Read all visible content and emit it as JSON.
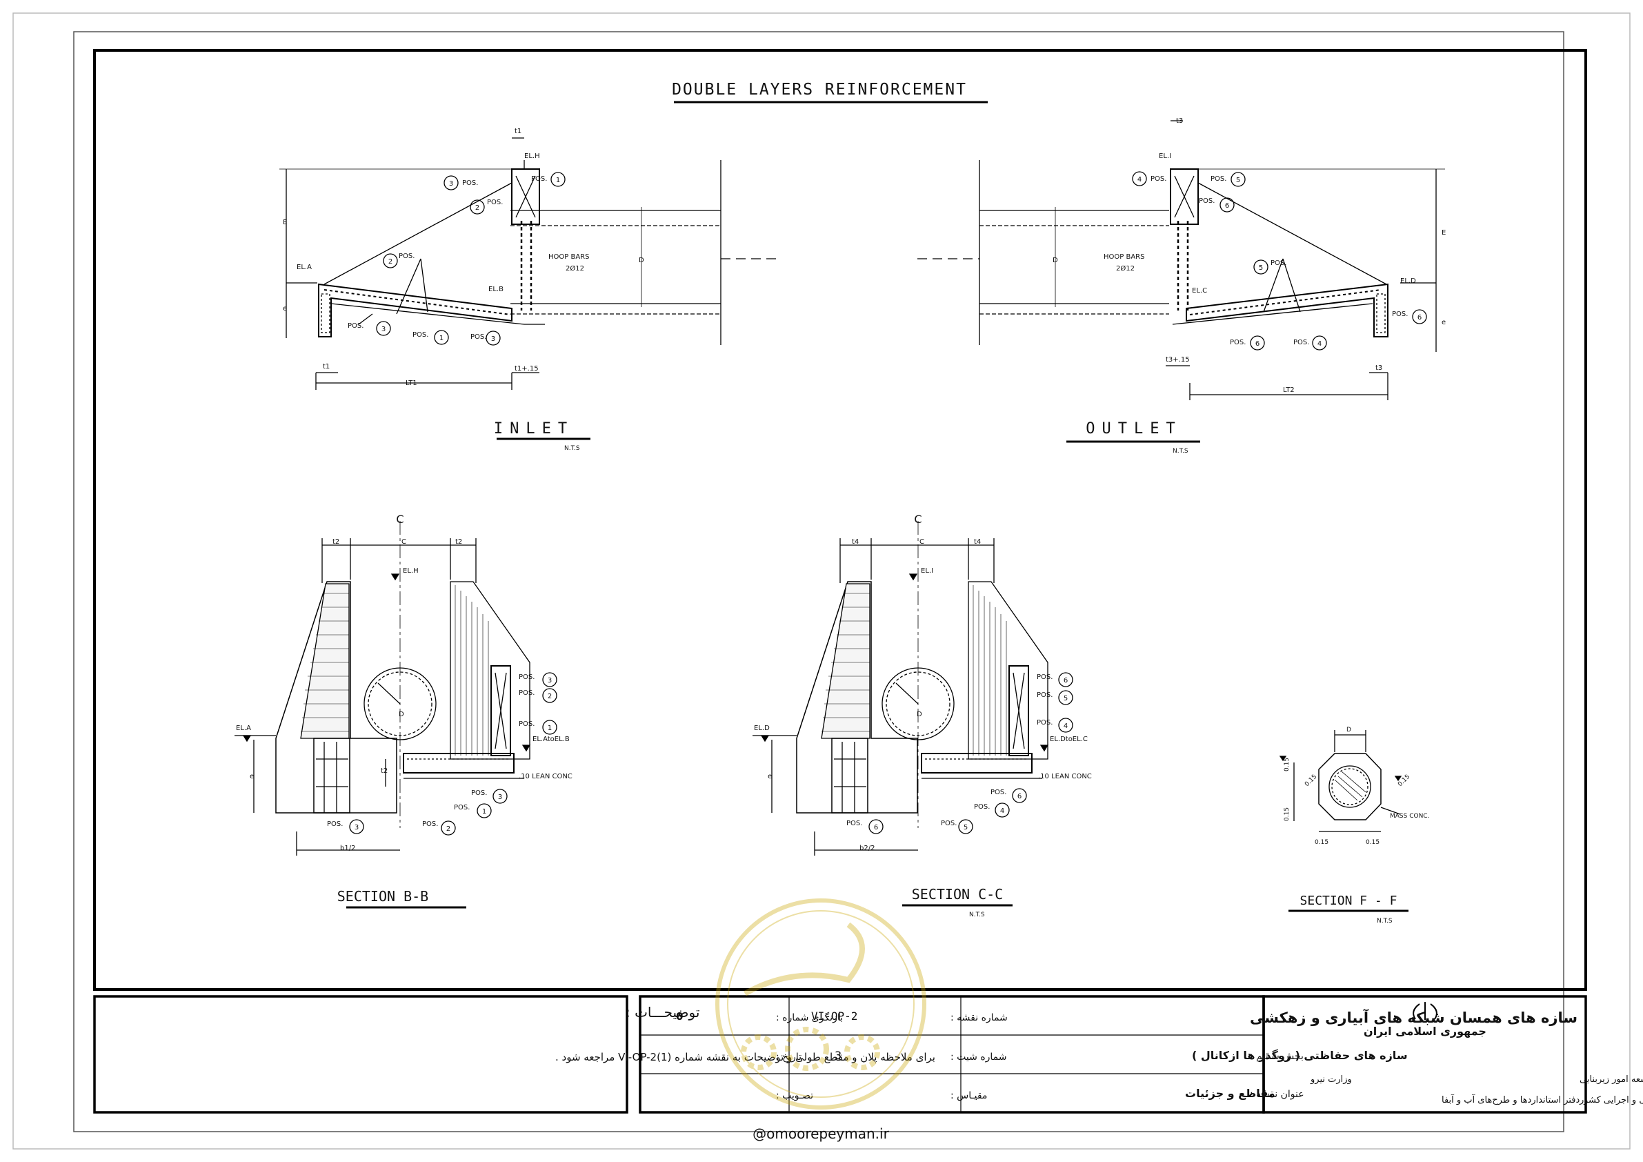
{
  "drawing": {
    "main_title": "DOUBLE LAYERS REINFORCEMENT",
    "nts": "N.T.S",
    "views": {
      "inlet": "INLET",
      "outlet": "OUTLET",
      "section_bb": "SECTION B-B",
      "section_cc": "SECTION C-C",
      "section_ff": "SECTION F - F"
    },
    "labels": {
      "pos": "POS.",
      "hoop_bars": "HOOP BARS",
      "hoop_bars_size": "2Ø12",
      "el_h": "EL.H",
      "el_i": "EL.I",
      "el_a": "EL.A",
      "el_b": "EL.B",
      "el_c": "EL.C",
      "el_d": "EL.D",
      "el_atoelb": "EL.AtoEL.B",
      "el_dtoelc": "EL.DtoEL.C",
      "lean_conc": ".10 LEAN CONC",
      "mass_conc": "MASS CONC.",
      "t1": "t1",
      "t2": "t2",
      "t3": "t3",
      "t4": "t4",
      "t1_15": "t1+.15",
      "t3_15": "t3+.15",
      "lt1": "LT1",
      "lt2": "LT2",
      "b1_2": "b1/2",
      "b2_2": "b2/2",
      "c": "C",
      "d": "D",
      "e": "e",
      "E": "E",
      "dim_015": "0.15"
    },
    "pos_numbers": [
      "1",
      "2",
      "3",
      "4",
      "5",
      "6"
    ]
  },
  "title_block": {
    "notes_title": "توضیحـــات :",
    "notes_text": "برای ملاحظه پلان و مقطع طولی و توضیحات به نقشه شماره  VI-OP-2(1)  مراجعه شود .",
    "revision_label": "بازنگری شماره :",
    "revision_value": "0",
    "drawing_no_label": "شماره نقشه :",
    "drawing_no_value": "VI-OP-2",
    "date_label": "تاریخ :",
    "sheet_no_label": "شماره شیت :",
    "sheet_no_value": "3",
    "approval_label": "تصـویب :",
    "scale_label": "مقیـاس :",
    "project_title": "سازه های همسان شبکه های آبیاری و زهکشی",
    "section_label": "بخش ششم :",
    "section_value": "سازه های حفاظتی ( روگذر ها ازکانال )",
    "drawing_title_label": "عنوان نقشه :",
    "drawing_title_value": "مقاطع و جزئیات",
    "country": "جمهوری اسلامی ایران",
    "ministry": "وزارت نیرو",
    "deputy": "معاونت فنی و توسعه امور زیربنایی",
    "affairs": "امور نظام فنی و اجرایی کشور",
    "office": "دفتر استانداردها و طرح‌های آب و آبفا",
    "watermark": "@omoorepeyman.ir"
  }
}
